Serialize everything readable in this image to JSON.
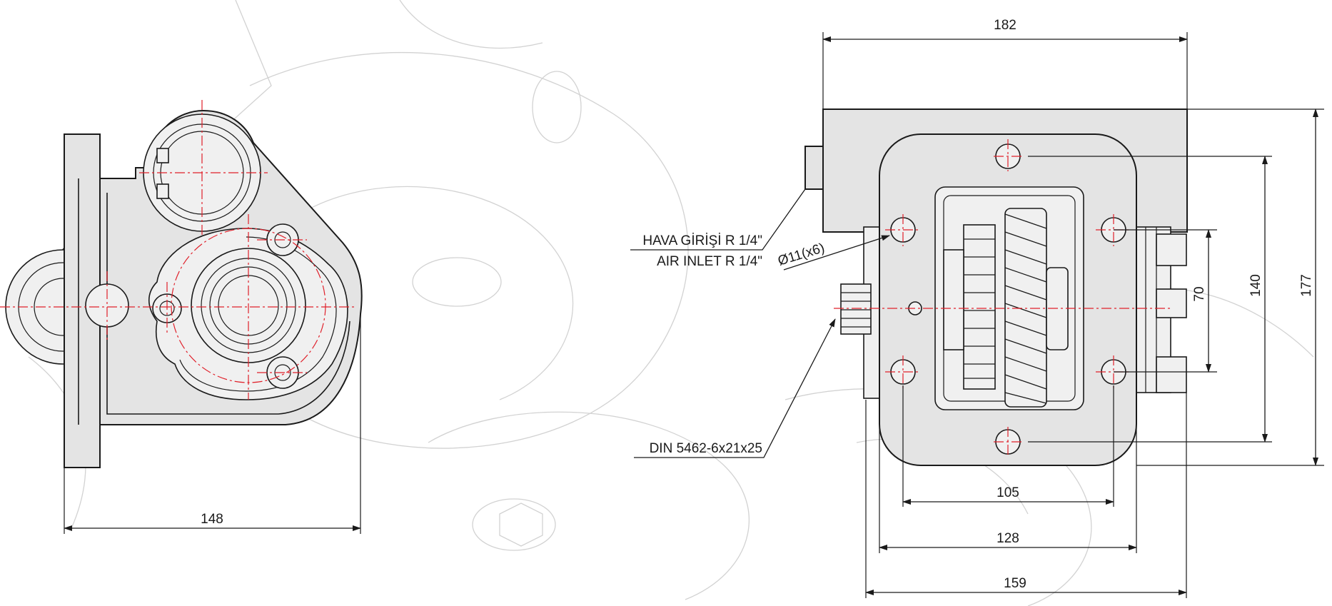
{
  "dimensions": {
    "side_width": "148",
    "top_width": "182",
    "bolt_spacing_horizontal": "105",
    "flange_width": "128",
    "overall_width": "159",
    "bolt_spacing_vertical_inner": "70",
    "bolt_spacing_vertical_outer": "140",
    "overall_height": "177"
  },
  "annotations": {
    "air_inlet_tr": "HAVA GİRİŞİ R 1/4\"",
    "air_inlet_en": "AIR INLET R 1/4\"",
    "hole_spec": "Ø11(x6)",
    "shaft_spec": "DIN 5462-6x21x25"
  },
  "colors": {
    "centerline": "#e0202a",
    "body_fill": "#e4e4e4",
    "outline": "#1a1a1a",
    "background_sketch": "#d2d2d2"
  }
}
